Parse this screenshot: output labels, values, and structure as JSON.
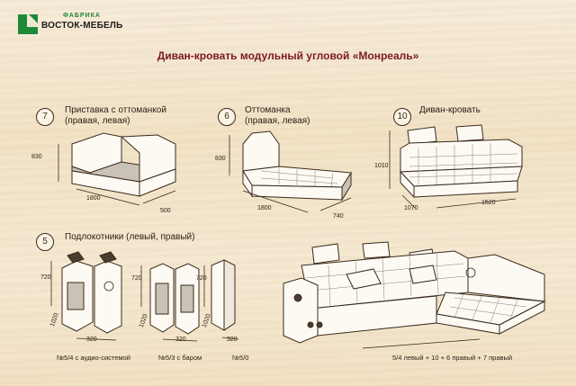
{
  "brand": {
    "small_text": "ФАБРИКА",
    "name": "ВОСТОК-МЕБЕЛЬ",
    "mark_color": "#1d8a3a"
  },
  "title": "Диван-кровать модульный угловой «Монреаль»",
  "modules": [
    {
      "number": "7",
      "label_line1": "Приставка с оттоманкой",
      "label_line2": "(правая, левая)",
      "dims": [
        "830",
        "1800",
        "500"
      ]
    },
    {
      "number": "6",
      "label_line1": "Оттоманка",
      "label_line2": "(правая, левая)",
      "dims": [
        "830",
        "1800",
        "740"
      ]
    },
    {
      "number": "10",
      "label_line1": "Диван-кровать",
      "label_line2": "",
      "dims": [
        "1010",
        "1070",
        "1520"
      ]
    },
    {
      "number": "5",
      "label_line1": "Подлокотники (левый, правый)",
      "label_line2": ""
    }
  ],
  "armrests": [
    {
      "caption": "№5/4 с аудио-системой",
      "dims": [
        "720",
        "1020",
        "320"
      ]
    },
    {
      "caption": "№5/3 с баром",
      "dims": [
        "720",
        "1020",
        "320"
      ]
    },
    {
      "caption": "№5/0",
      "dims": [
        "720",
        "1020",
        "320"
      ]
    }
  ],
  "assembly_caption": "5/4 левый + 10 + 6 правый + 7 правый"
}
